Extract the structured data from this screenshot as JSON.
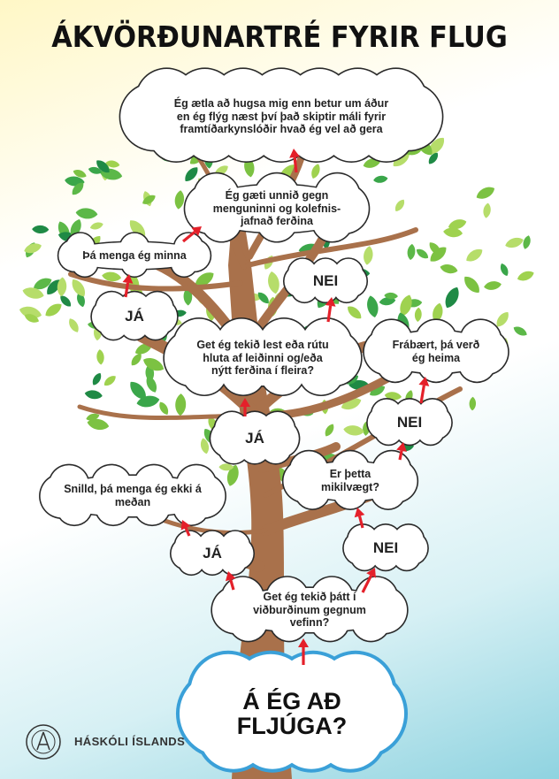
{
  "title": "ÁKVÖRÐUNARTRÉ FYRIR FLUG",
  "footer": {
    "institution": "HÁSKÓLI ÍSLANDS"
  },
  "nodes": {
    "start": "Á ÉG AÐ FLJÚGA?",
    "q_online": "Get ég tekið þátt í viðburðinum gegnum vefinn?",
    "yes_online": "JÁ",
    "result_online": "Snilld, þá menga ég ekki á meðan",
    "no_online": "NEI",
    "q_important": "Er þetta mikilvægt?",
    "no_important": "NEI",
    "result_stay": "Frábært, þá verð ég heima",
    "yes_important": "JÁ",
    "q_train": "Get ég tekið lest eða rútu hluta af leiðinni og/eða nýtt ferðina í fleira?",
    "yes_train": "JÁ",
    "result_less": "Þá menga ég minna",
    "no_train": "NEI",
    "q_offset": "Ég gæti unnið gegn menguninni og kolefnis-jafnað ferðina",
    "result_final": "Ég ætla að hugsa mig enn betur um áður en ég flýg næst því það skiptir máli fyrir framtíðarkynslóðir hvað ég vel að gera"
  },
  "colors": {
    "arrow": "#e4202a",
    "trunk": "#a9714b",
    "leaf_light": "#9fd24f",
    "leaf_dark": "#3aa64a",
    "start_outline": "#3aa0d8"
  }
}
